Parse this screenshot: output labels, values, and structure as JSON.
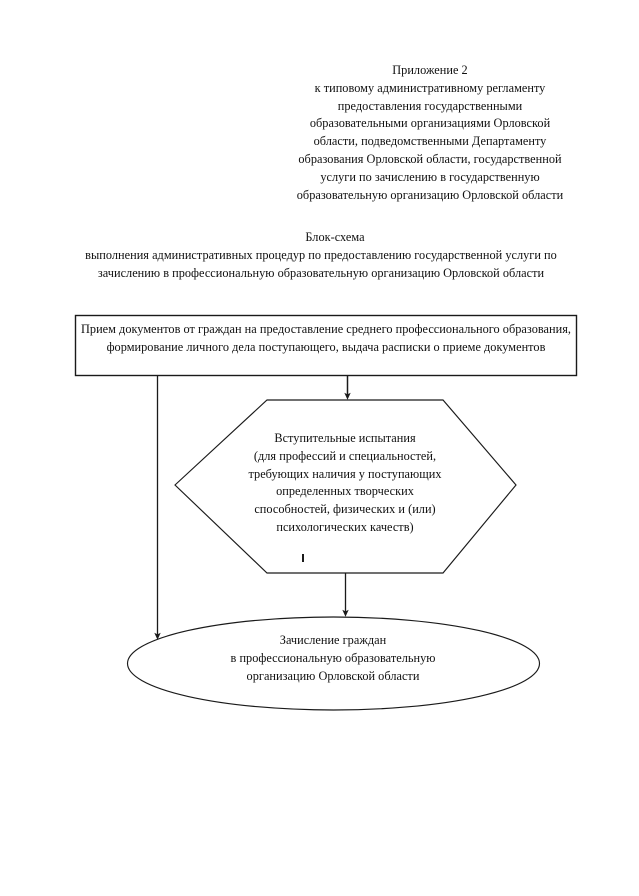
{
  "document": {
    "header": "Приложение 2\nк типовому административному регламенту\nпредоставления государственными\nобразовательными организациями Орловской\nобласти, подведомственными Департаменту\nобразования Орловской области, государственной\nуслуги по зачислению в государственную\nобразовательную организацию Орловской области",
    "title_lead": "Блок-схема",
    "title_body": "выполнения административных процедур по предоставлению государственной услуги по зачислению в профессиональную образовательную организацию Орловской области"
  },
  "flowchart": {
    "nodes": [
      {
        "id": "intake",
        "shape": "rectangle",
        "text": "Прием документов от граждан на предоставление среднего профессионального образования, формирование личного дела поступающего, выдача расписки о приеме документов"
      },
      {
        "id": "entrance-exams",
        "shape": "hexagon",
        "text": "Вступительные испытания\n(для профессий и специальностей,\nтребующих наличия у поступающих\nопределенных творческих\nспособностей, физических и (или)\nпсихологических качеств)"
      },
      {
        "id": "enrollment",
        "shape": "ellipse",
        "text": "Зачисление граждан\nв профессиональную образовательную\nорганизацию Орловской области"
      }
    ],
    "edges": [
      {
        "id": "intake-to-enrollment",
        "from": "intake",
        "to": "enrollment"
      },
      {
        "id": "intake-to-exams",
        "from": "intake",
        "to": "entrance-exams"
      },
      {
        "id": "exams-to-enrollment",
        "from": "entrance-exams",
        "to": "enrollment"
      }
    ],
    "colors": {
      "stroke": "#1a1a1a",
      "page_background": "#ffffff"
    }
  }
}
